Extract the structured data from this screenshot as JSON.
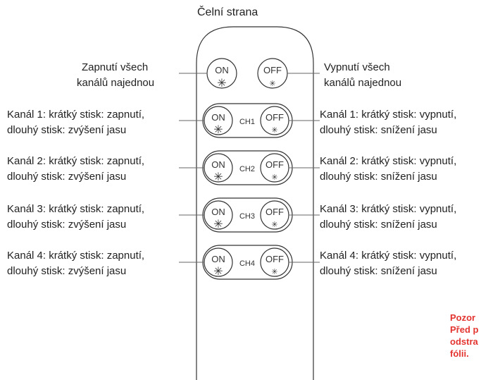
{
  "title": "Čelní strana",
  "all_buttons": {
    "on_label": "ON",
    "off_label": "OFF",
    "left_text": [
      "Zapnutí všech",
      "kanálů najednou"
    ],
    "right_text": [
      "Vypnutí všech",
      "kanálů najednou"
    ]
  },
  "channels": [
    {
      "id": "CH1",
      "left_text": [
        "Kanál 1: krátký stisk: zapnutí,",
        "dlouhý stisk: zvýšení jasu"
      ],
      "right_text": [
        "Kanál 1: krátký stisk: vypnutí,",
        "dlouhý stisk: snížení jasu"
      ]
    },
    {
      "id": "CH2",
      "left_text": [
        "Kanál 2: krátký stisk: zapnutí,",
        "dlouhý stisk: zvýšení jasu"
      ],
      "right_text": [
        "Kanál 2: krátký stisk: vypnutí,",
        "dlouhý stisk: snížení jasu"
      ]
    },
    {
      "id": "CH3",
      "left_text": [
        "Kanál 3: krátký stisk: zapnutí,",
        "dlouhý stisk: zvýšení jasu"
      ],
      "right_text": [
        "Kanál 3: krátký stisk: vypnutí,",
        "dlouhý stisk: snížení jasu"
      ]
    },
    {
      "id": "CH4",
      "left_text": [
        "Kanál 4: krátký stisk: zapnutí,",
        "dlouhý stisk: zvýšení jasu"
      ],
      "right_text": [
        "Kanál 4: krátký stisk: vypnutí,",
        "dlouhý stisk: snížení jasu"
      ]
    }
  ],
  "warning": [
    "Pozor",
    "Před p",
    "odstra",
    "fólii."
  ],
  "colors": {
    "line": "#333333",
    "warning": "#e3342f"
  }
}
